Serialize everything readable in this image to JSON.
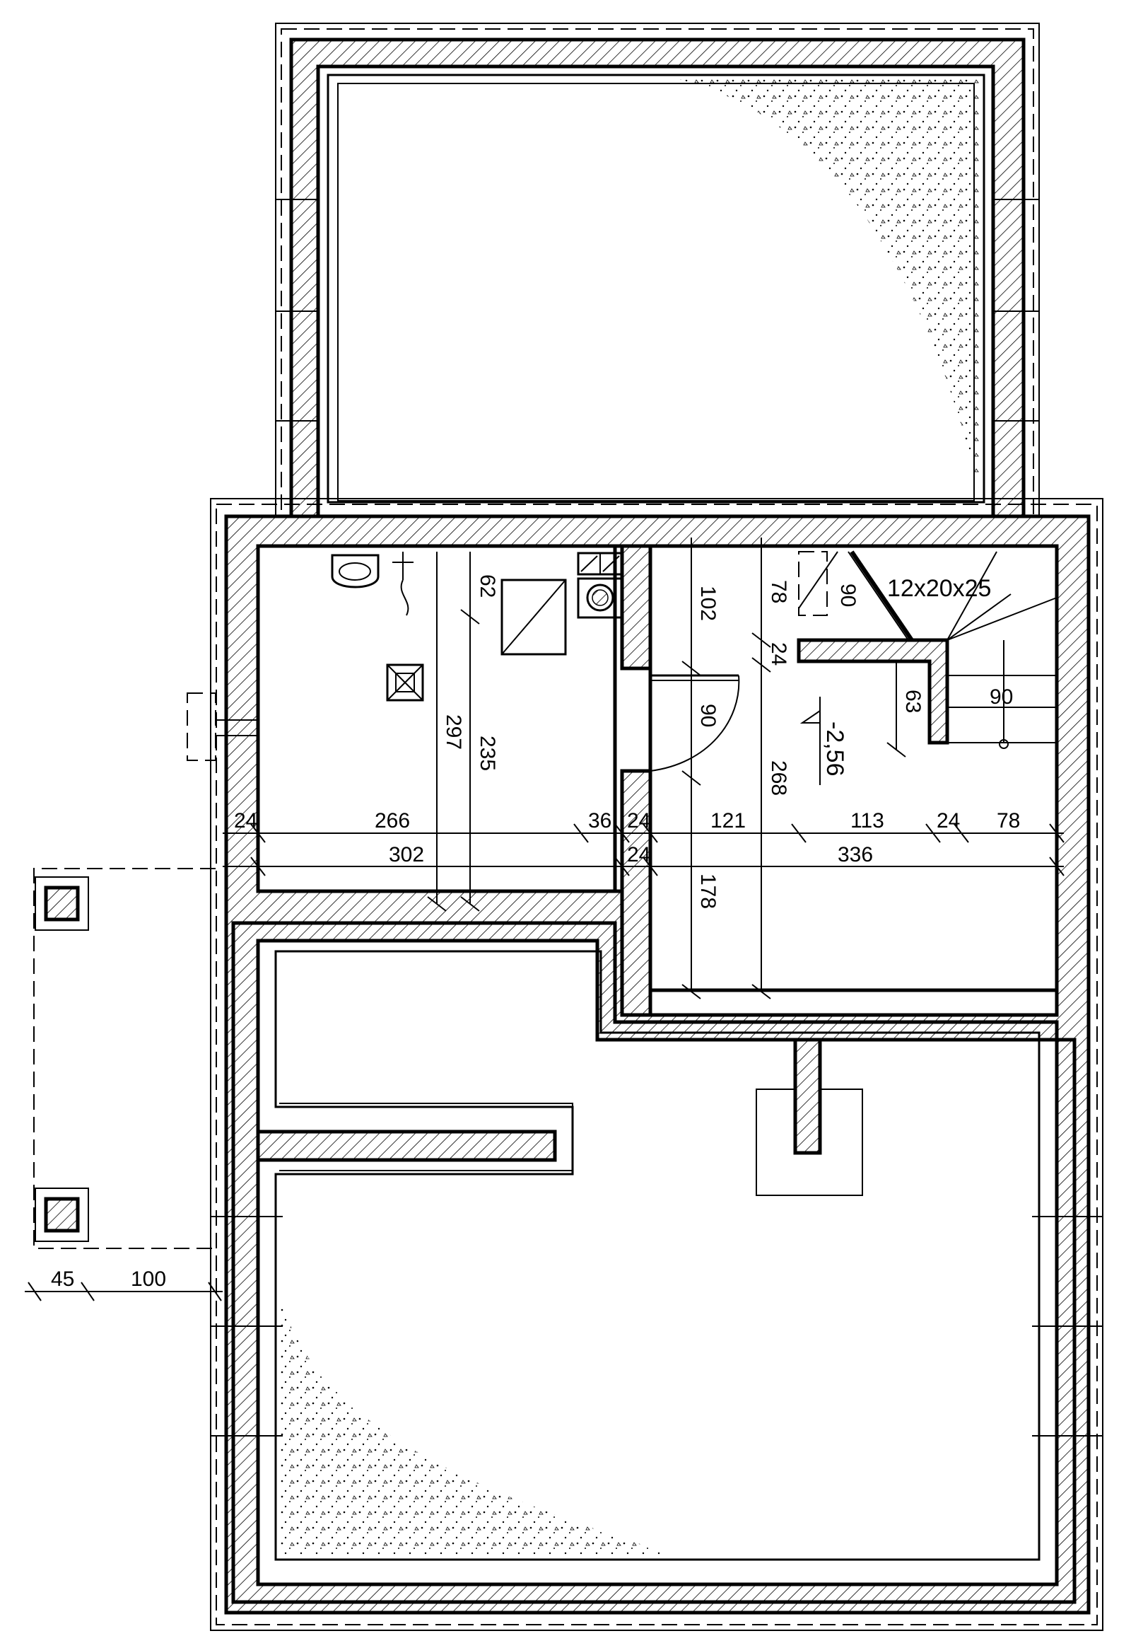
{
  "floor_plan": {
    "stair_spec": "12x20x25",
    "level_mark": "-2,56",
    "dimensions": {
      "horizontal_row_1": [
        "24",
        "266",
        "36",
        "24",
        "121",
        "113",
        "24",
        "78"
      ],
      "horizontal_row_2": [
        "302",
        "24",
        "336"
      ],
      "vertical_left": [
        "62",
        "297",
        "235"
      ],
      "vertical_mid": [
        "102",
        "90",
        "178",
        "268"
      ],
      "vertical_right": [
        "78",
        "24",
        "90",
        "63"
      ],
      "stair_width": "90",
      "external": [
        "45",
        "100"
      ]
    }
  }
}
